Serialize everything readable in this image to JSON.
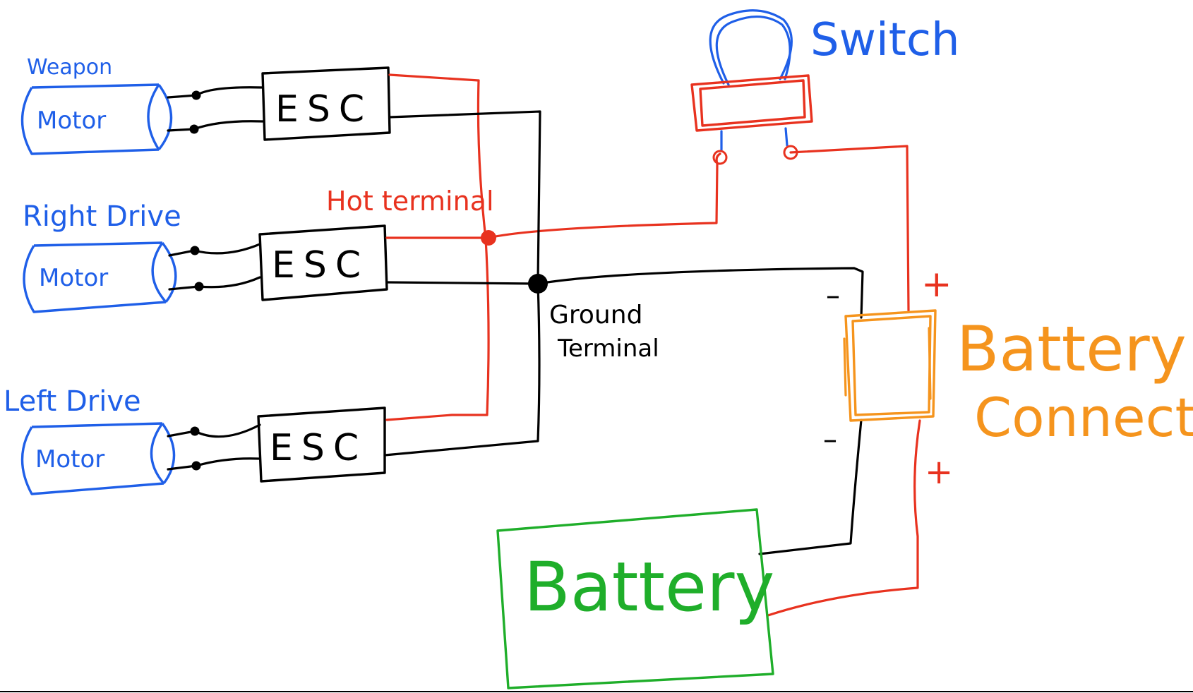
{
  "colors": {
    "motor": "#1f5fe8",
    "power_wire": "#e8321f",
    "ground_wire": "#000000",
    "connector": "#f5941d",
    "battery": "#1fae2a",
    "switch_loop": "#1f5fe8"
  },
  "motors": [
    {
      "name": "Weapon",
      "label": "Motor"
    },
    {
      "name": "Right Drive",
      "label": "Motor"
    },
    {
      "name": "Left Drive",
      "label": "Motor"
    }
  ],
  "escs": [
    {
      "label": "ESC"
    },
    {
      "label": "ESC"
    },
    {
      "label": "ESC"
    }
  ],
  "hot_terminal_label": "Hot terminal",
  "ground_terminal_label_1": "Ground",
  "ground_terminal_label_2": "Terminal",
  "switch_label": "Switch",
  "battery_connector_label_1": "Battery",
  "battery_connector_label_2": "Connector",
  "battery_label": "Battery",
  "polarity": {
    "connector_plus": "+",
    "connector_minus": "–",
    "battery_plus": "+",
    "battery_minus": "–"
  }
}
